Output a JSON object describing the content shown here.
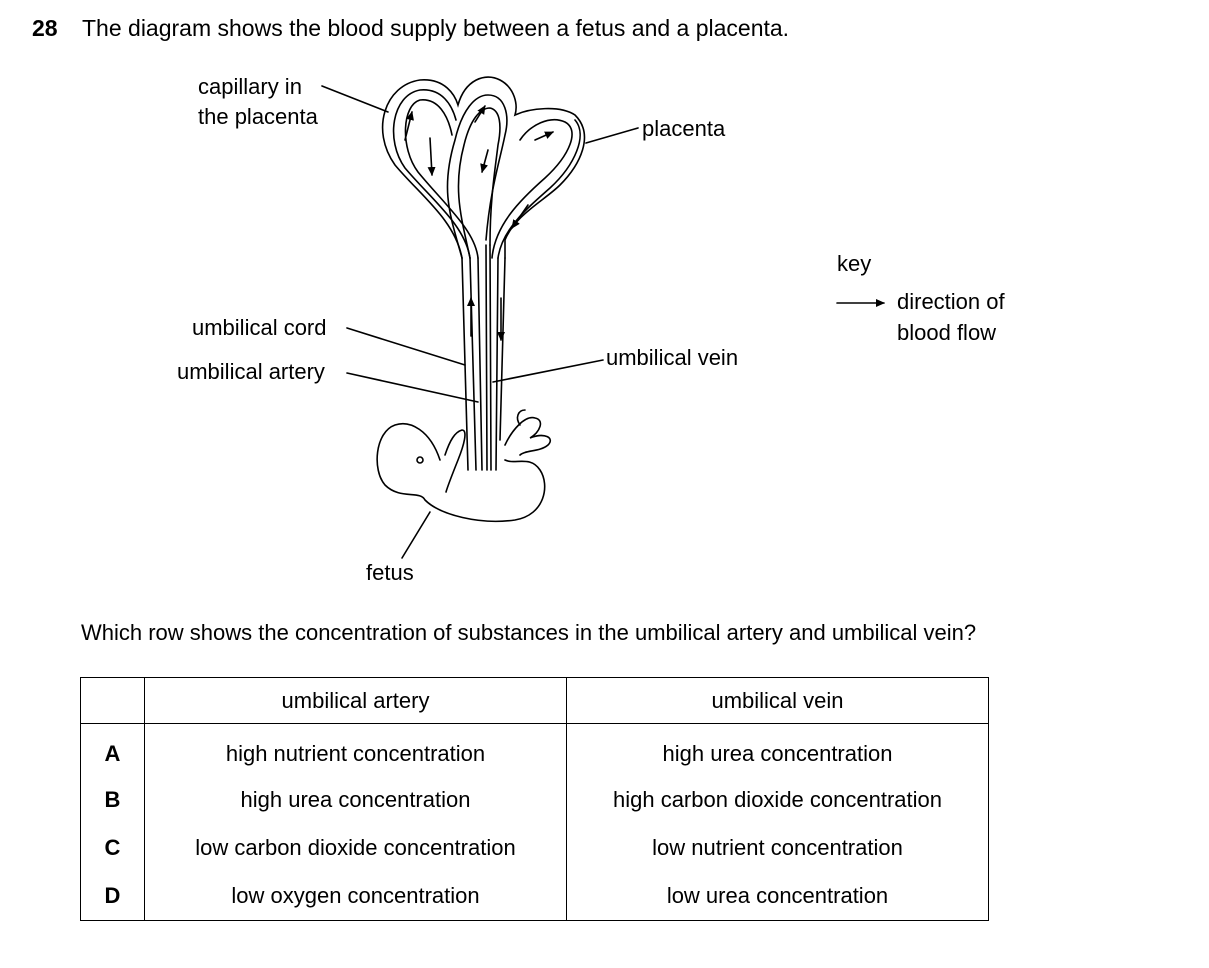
{
  "question": {
    "number": "28",
    "text": "The diagram shows the blood supply between a fetus and a placenta.",
    "prompt": "Which row shows the concentration of substances in the umbilical artery and umbilical vein?"
  },
  "diagram": {
    "labels": {
      "capillary_line1": "capillary in",
      "capillary_line2": "the placenta",
      "placenta": "placenta",
      "umbilical_cord": "umbilical cord",
      "umbilical_artery": "umbilical artery",
      "umbilical_vein": "umbilical vein",
      "fetus": "fetus"
    },
    "key": {
      "title": "key",
      "line1": "direction of",
      "line2": "blood flow"
    }
  },
  "table": {
    "headers": [
      "",
      "umbilical artery",
      "umbilical vein"
    ],
    "rows": [
      {
        "letter": "A",
        "artery": "high nutrient concentration",
        "vein": "high urea concentration"
      },
      {
        "letter": "B",
        "artery": "high urea concentration",
        "vein": "high carbon dioxide concentration"
      },
      {
        "letter": "C",
        "artery": "low carbon dioxide concentration",
        "vein": "low nutrient concentration"
      },
      {
        "letter": "D",
        "artery": "low oxygen concentration",
        "vein": "low urea concentration"
      }
    ]
  }
}
